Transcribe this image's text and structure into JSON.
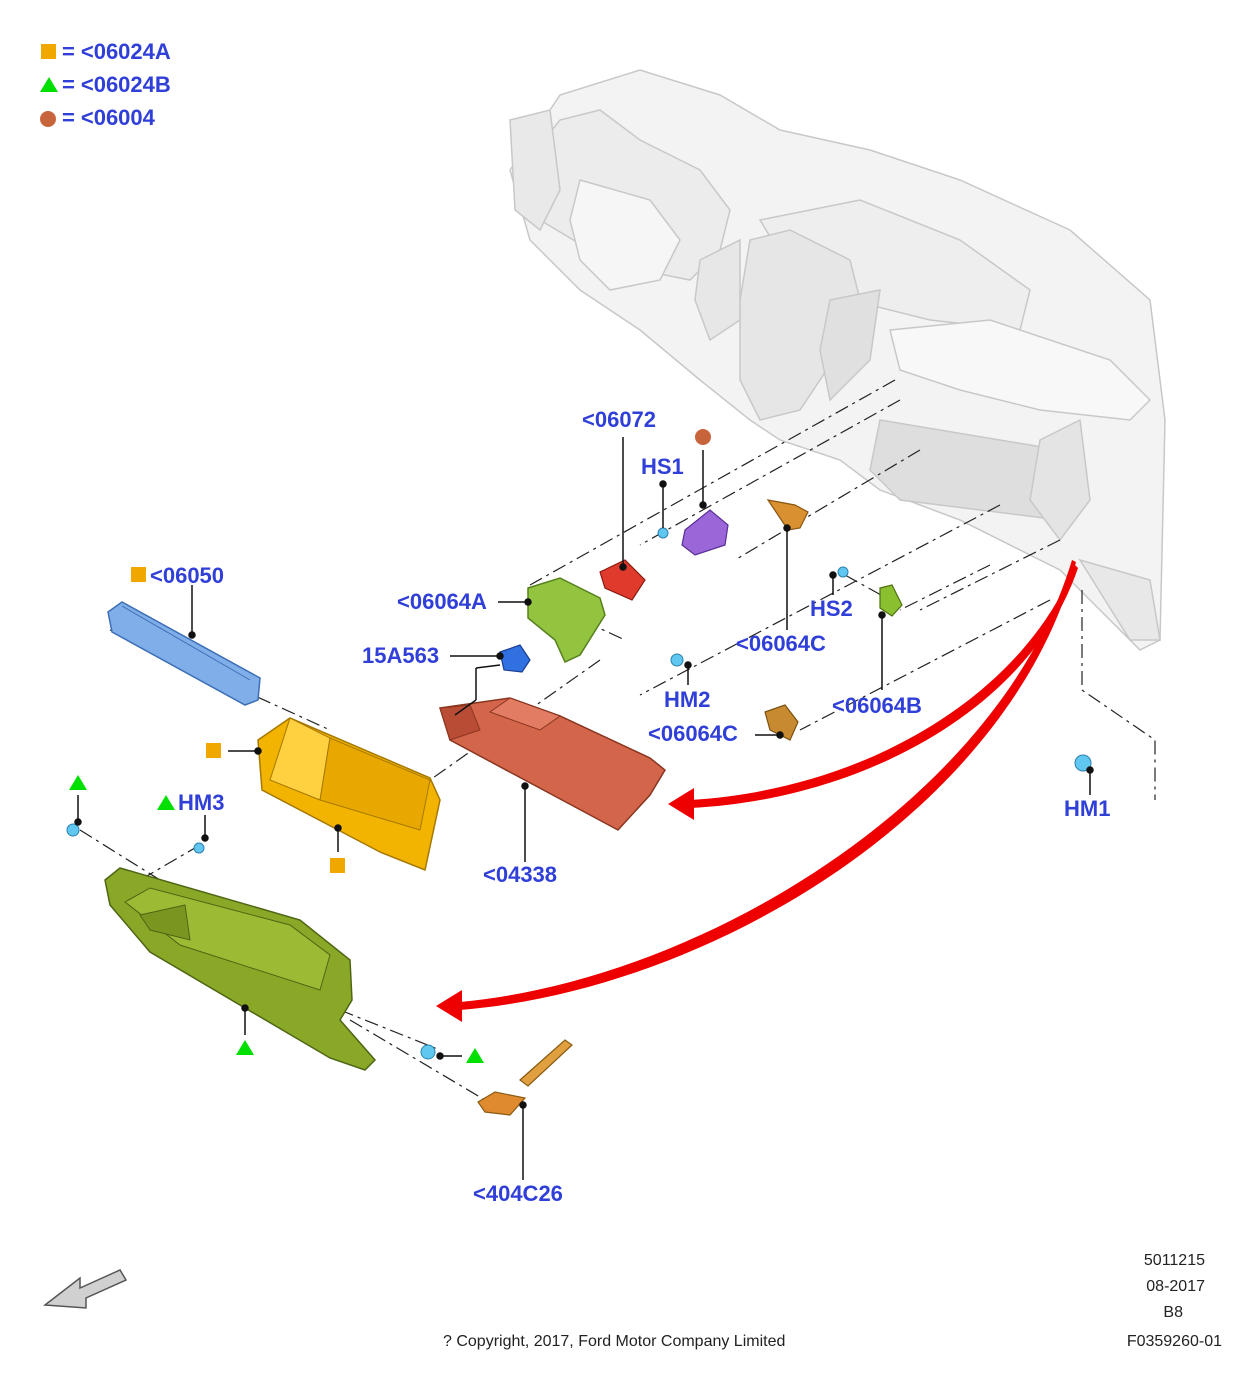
{
  "legend": [
    {
      "marker": "square",
      "color": "#f0a800",
      "text": "<06024A"
    },
    {
      "marker": "triangle",
      "color": "#00e000",
      "text": "<06024B"
    },
    {
      "marker": "circle",
      "color": "#c8643c",
      "text": "<06004"
    }
  ],
  "legend_eq": "=",
  "callouts": {
    "p06072": "<06072",
    "hs1": "HS1",
    "p06050": "<06050",
    "p06064a": "<06064A",
    "p15a563": "15A563",
    "hs2": "HS2",
    "p06064c_upper": "<06064C",
    "hm2": "HM2",
    "p06064b": "<06064B",
    "p06064c_lower": "<06064C",
    "hm3": "HM3",
    "hm1": "HM1",
    "p04338": "<04338",
    "p404c26": "<404C26"
  },
  "footer": {
    "copyright": "? Copyright, 2017, Ford Motor Company Limited",
    "id1": "5011215",
    "date": "08-2017",
    "code": "B8",
    "figure": "F0359260-01"
  },
  "colors": {
    "label_blue": "#2f3fd8",
    "arrow_red": "#ee0000",
    "glovebox_green": "#8aa828",
    "yellow_part": "#f2b400",
    "orange_part": "#d2654a",
    "blue_part": "#79a8e6"
  }
}
